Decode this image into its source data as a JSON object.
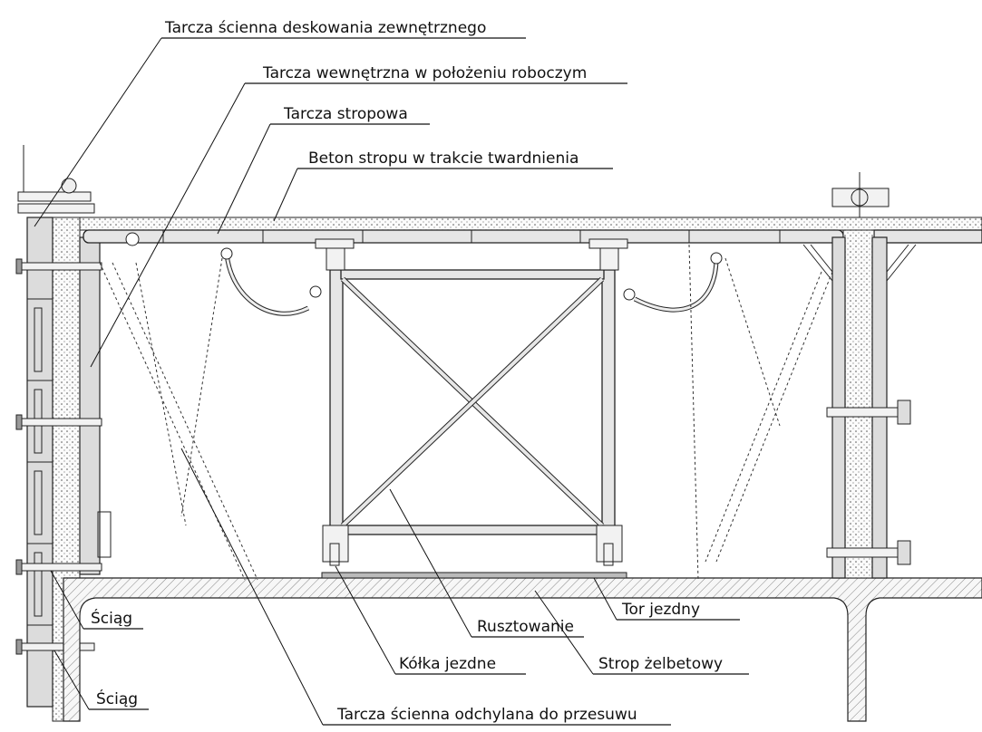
{
  "labels": {
    "outer_wall_panel": "Tarcza ścienna deskowania zewnętrznego",
    "inner_panel_working": "Tarcza wewnętrzna w położeniu roboczym",
    "ceiling_panel": "Tarcza stropowa",
    "curing_slab_concrete": "Beton stropu w trakcie twardnienia",
    "tie_upper": "Ściąg",
    "tie_lower": "Ściąg",
    "scaffolding": "Rusztowanie",
    "rail_track": "Tor jezdny",
    "travel_wheels": "Kółka jezdne",
    "rc_slab": "Strop żelbetowy",
    "tilted_wall_panel": "Tarcza ścienna odchylana do przesuwu"
  }
}
